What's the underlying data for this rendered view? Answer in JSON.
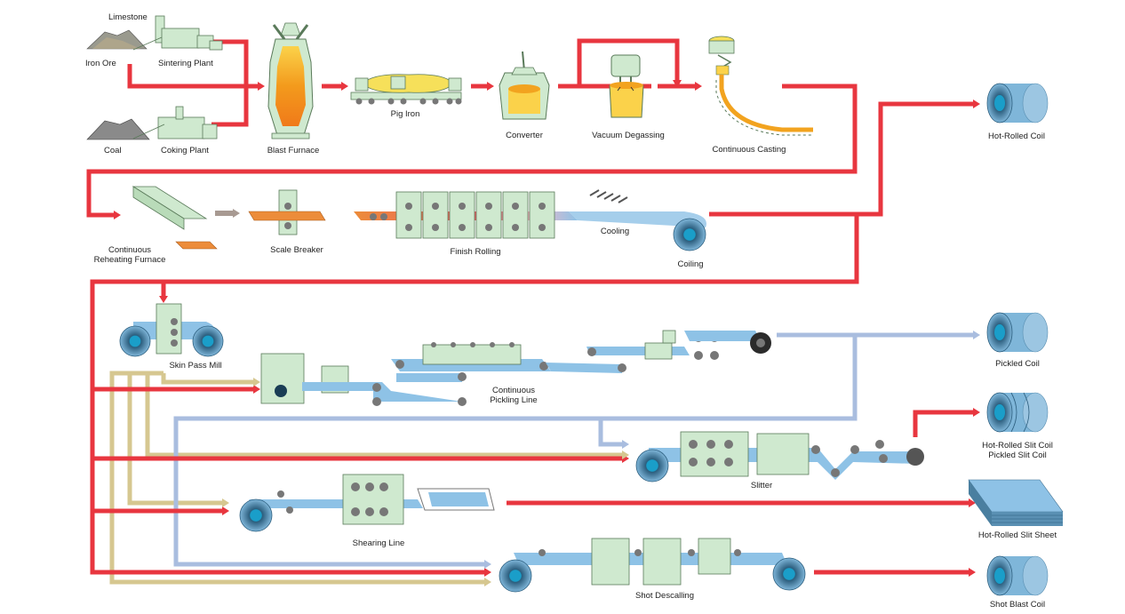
{
  "colors": {
    "red_flow": "#e8363f",
    "blue_flow": "#a9bddf",
    "tan_flow": "#d6c790",
    "machine_green": "#cfe9cf",
    "machine_outline": "#5a7a5a",
    "coil_blue": "#7fb6d9",
    "coil_core": "#1a9ec9",
    "molten": "#f2a31f",
    "slab_orange": "#ec8c3a",
    "roller_gray": "#777777"
  },
  "labels": {
    "limestone": "Limestone",
    "iron_ore": "Iron Ore",
    "sintering_plant": "Sintering Plant",
    "coal": "Coal",
    "coking_plant": "Coking Plant",
    "blast_furnace": "Blast Furnace",
    "pig_iron": "Pig Iron",
    "converter": "Converter",
    "vacuum_degassing": "Vacuum Degassing",
    "continuous_casting": "Continuous Casting",
    "hot_rolled_coil": "Hot-Rolled Coil",
    "reheating_furnace_1": "Continuous",
    "reheating_furnace_2": "Reheating Furnace",
    "scale_breaker": "Scale Breaker",
    "finish_rolling": "Finish Rolling",
    "cooling": "Cooling",
    "coiling": "Coiling",
    "skin_pass_mill": "Skin Pass Mill",
    "pickling_line_1": "Continuous",
    "pickling_line_2": "Pickling Line",
    "pickled_coil": "Pickled Coil",
    "slit_coil_1": "Hot-Rolled Slit Coil",
    "slit_coil_2": "Pickled Slit Coil",
    "slitter": "Slitter",
    "shearing_line": "Shearing Line",
    "slit_sheet": "Hot-Rolled Slit Sheet",
    "shot_descaling": "Shot Descalling",
    "shot_blast_coil": "Shot Blast Coil"
  }
}
